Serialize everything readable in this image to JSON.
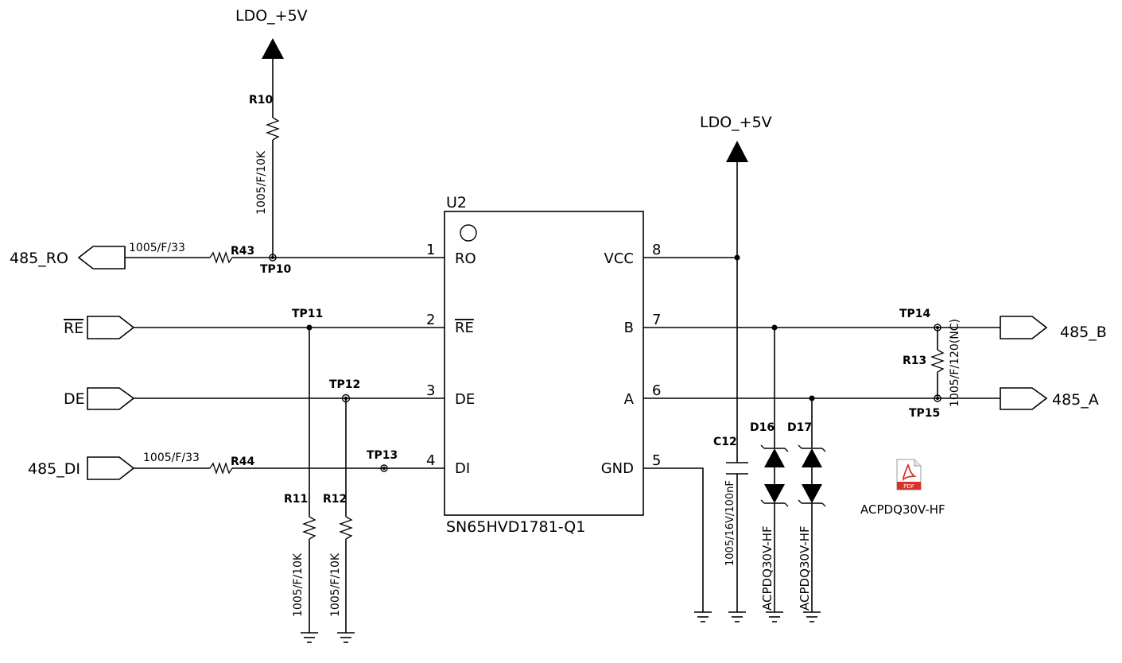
{
  "power": {
    "ldo_left": "LDO_+5V",
    "ldo_right": "LDO_+5V"
  },
  "ic": {
    "ref": "U2",
    "part": "SN65HVD1781-Q1",
    "pins_left": [
      {
        "num": "1",
        "name": "RO"
      },
      {
        "num": "2",
        "name": "RE"
      },
      {
        "num": "3",
        "name": "DE"
      },
      {
        "num": "4",
        "name": "DI"
      }
    ],
    "pins_right": [
      {
        "num": "8",
        "name": "VCC"
      },
      {
        "num": "7",
        "name": "B"
      },
      {
        "num": "6",
        "name": "A"
      },
      {
        "num": "5",
        "name": "GND"
      }
    ]
  },
  "ports": {
    "ro": "485_RO",
    "re": "RE",
    "de": "DE",
    "di": "485_DI",
    "b": "485_B",
    "a": "485_A"
  },
  "resistors": {
    "r10": {
      "ref": "R10",
      "value": "1005/F/10K"
    },
    "r43": {
      "ref": "R43",
      "value": "1005/F/33"
    },
    "r44": {
      "ref": "R44",
      "value": "1005/F/33"
    },
    "r11": {
      "ref": "R11",
      "value": "1005/F/10K"
    },
    "r12": {
      "ref": "R12",
      "value": "1005/F/10K"
    },
    "r13": {
      "ref": "R13",
      "value": "1005/F/120(NC)"
    }
  },
  "capacitor": {
    "ref": "C12",
    "value": "1005/16V/100nF"
  },
  "diodes": {
    "d16": {
      "ref": "D16",
      "value": "ACPDQ30V-HF"
    },
    "d17": {
      "ref": "D17",
      "value": "ACPDQ30V-HF"
    }
  },
  "testpoints": {
    "tp10": "TP10",
    "tp11": "TP11",
    "tp12": "TP12",
    "tp13": "TP13",
    "tp14": "TP14",
    "tp15": "TP15"
  },
  "attachment": {
    "icon": "pdf-file-icon",
    "caption": "ACPDQ30V-HF",
    "accent": "#d9322b"
  }
}
